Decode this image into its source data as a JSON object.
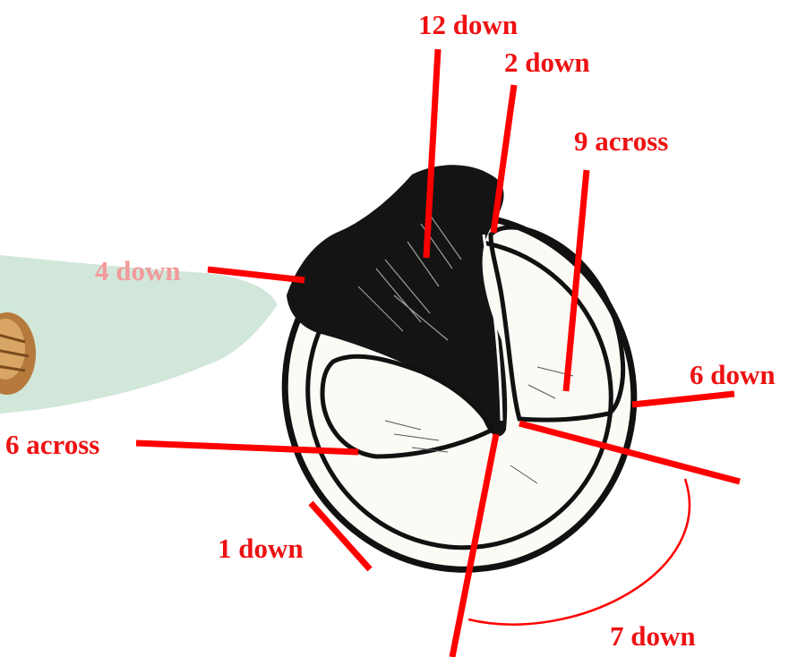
{
  "labels": {
    "twelve_down": "12 down",
    "two_down": "2 down",
    "nine_across": "9 across",
    "four_down": "4 down",
    "six_down": "6 down",
    "six_across": "6 across",
    "one_down": "1 down",
    "seven_down": "7 down"
  },
  "colors": {
    "pointer": "#ff0000",
    "label": "#ee1111",
    "label_faded": "#f29a9a",
    "ink": "#111111",
    "hoof_fill": "#fbfaf5",
    "wash": "#c9e3d3"
  }
}
